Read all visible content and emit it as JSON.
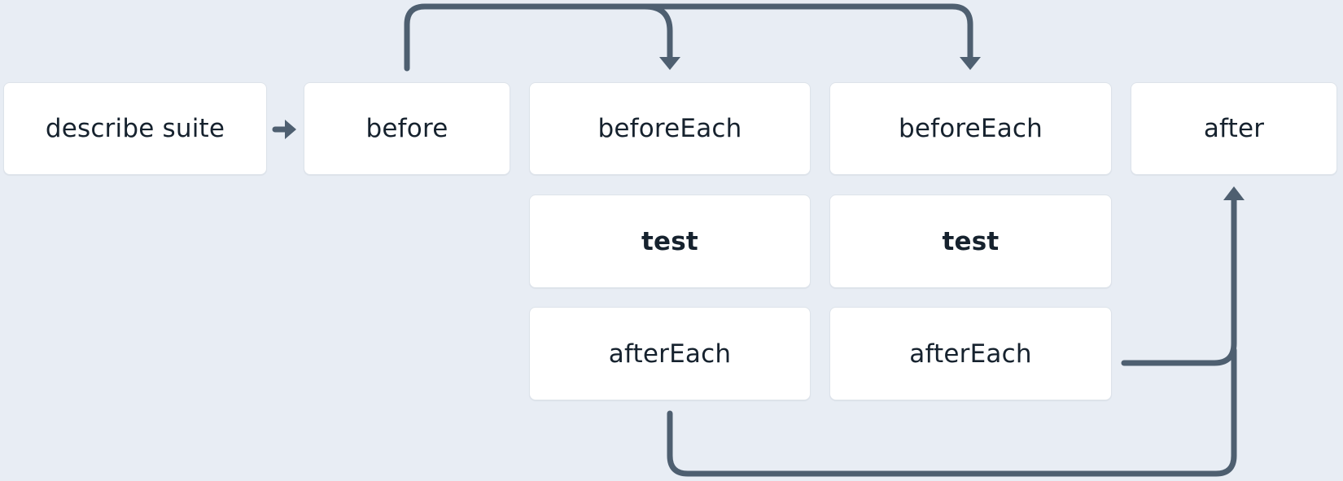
{
  "diagram": {
    "describe": {
      "label": "describe suite"
    },
    "before": {
      "label": "before"
    },
    "test_one": {
      "before_each": "beforeEach",
      "test": "test",
      "after_each": "afterEach"
    },
    "test_two": {
      "before_each": "beforeEach",
      "test": "test",
      "after_each": "afterEach"
    },
    "after": {
      "label": "after"
    }
  },
  "colors": {
    "background": "#e8edf4",
    "box_fill": "#ffffff",
    "box_border": "#dde3ea",
    "text": "#16222e",
    "connector": "#4e5f70"
  }
}
